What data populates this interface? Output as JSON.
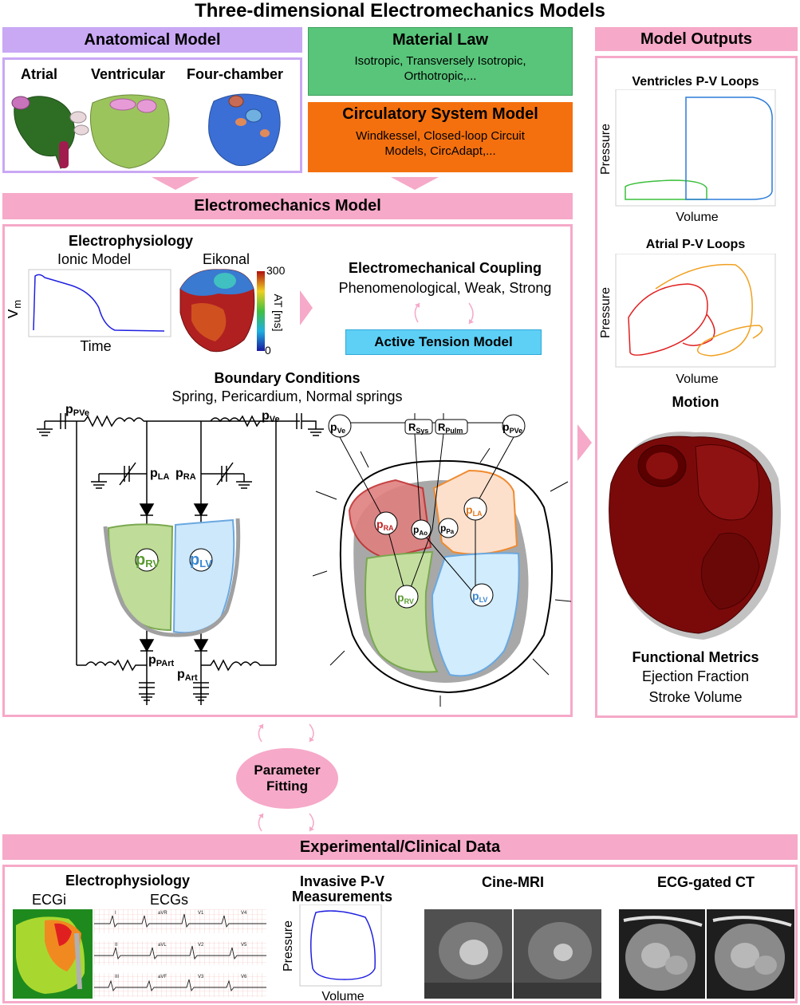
{
  "title": "Three-dimensional Electromechanics Models",
  "colors": {
    "purple": "#c9a8f4",
    "green": "#58c57a",
    "orange": "#f4700e",
    "pink": "#f6a9c8",
    "pink_border": "#f29bbf",
    "cyan": "#5ed0f6"
  },
  "anatomical": {
    "header": "Anatomical Model",
    "labels": [
      "Atrial",
      "Ventricular",
      "Four-chamber"
    ]
  },
  "material": {
    "header": "Material Law",
    "line1": "Isotropic, Transversely Isotropic,",
    "line2": "Orthotropic,..."
  },
  "circulatory": {
    "header": "Circulatory System Model",
    "line1": "Windkessel, Closed-loop Circuit",
    "line2": "Models, CircAdapt,..."
  },
  "em": {
    "header": "Electromechanics Model",
    "ep_title": "Electrophysiology",
    "ionic": "Ionic Model",
    "eikonal": "Eikonal",
    "vm": "V",
    "vm_sub": "m",
    "time": "Time",
    "colorbar_top": "300",
    "colorbar_bottom": "0",
    "colorbar_label": "AT [ms]",
    "coupling_title": "Electromechanical Coupling",
    "coupling_sub": "Phenomenological, Weak, Strong",
    "active_tension": "Active Tension Model",
    "bc_title": "Boundary Conditions",
    "bc_sub": "Spring, Pericardium, Normal springs"
  },
  "circuit": {
    "p": "p",
    "pPVe": "PVe",
    "pVe": "Ve",
    "pLA": "LA",
    "pRA": "RA",
    "pRV": "RV",
    "pLV": "LV",
    "pPArt": "PArt",
    "pArt": "Art",
    "R": "R",
    "Sys": "Sys",
    "Pulm": "Pulm",
    "Ao": "Ao",
    "Pa": "Pa"
  },
  "outputs": {
    "header": "Model Outputs",
    "vent_title": "Ventricles P-V Loops",
    "atrial_title": "Atrial P-V Loops",
    "pressure": "Pressure",
    "volume": "Volume",
    "motion": "Motion",
    "metrics_title": "Functional Metrics",
    "metric1": "Ejection Fraction",
    "metric2": "Stroke Volume"
  },
  "fitting": {
    "line1": "Parameter",
    "line2": "Fitting"
  },
  "clinical": {
    "header": "Experimental/Clinical Data",
    "ep_title": "Electrophysiology",
    "ecgi": "ECGi",
    "ecgs": "ECGs",
    "leads": [
      "I",
      "aVR",
      "V1",
      "V4",
      "II",
      "aVL",
      "V2",
      "V5",
      "III",
      "aVF",
      "V3",
      "V6"
    ],
    "pv_title1": "Invasive P-V",
    "pv_title2": "Measurements",
    "pressure": "Pressure",
    "volume": "Volume",
    "mri": "Cine-MRI",
    "ct": "ECG-gated CT"
  }
}
